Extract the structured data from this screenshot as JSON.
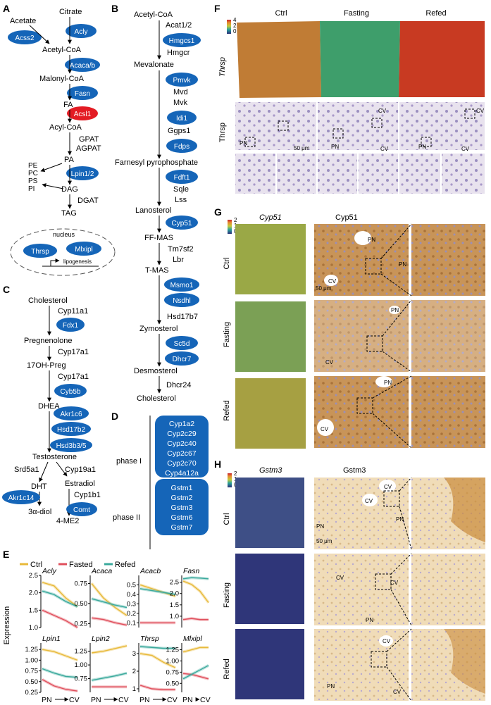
{
  "panels": {
    "A": {
      "letter": "A",
      "acetate": "Acetate",
      "citrate": "Citrate",
      "acss2": "Acss2",
      "acly": "Acly",
      "acetyl_coa": "Acetyl-CoA",
      "acaca": "Acaca/b",
      "malonyl_coa": "Malonyl-CoA",
      "fasn": "Fasn",
      "fa": "FA",
      "acsl1": "Acsl1",
      "acyl_coa": "Acyl-CoA",
      "gpat": "GPAT",
      "agpat": "AGPAT",
      "pa": "PA",
      "pe": "PE",
      "pc": "PC",
      "ps": "PS",
      "pi": "PI",
      "lpin": "Lpin1/2",
      "dag": "DAG",
      "dgat": "DGAT",
      "tag": "TAG",
      "nucleus": "nucleus",
      "thrsp": "Thrsp",
      "mlxipl": "Mlxipl",
      "lipogenesis": "lipogenesis"
    },
    "B": {
      "letter": "B",
      "acetyl_coa": "Acetyl-CoA",
      "acat": "Acat1/2",
      "hmgcs1": "Hmgcs1",
      "hmgcr": "Hmgcr",
      "mevalonate": "Mevalonate",
      "pmvk": "Pmvk",
      "mvd": "Mvd",
      "mvk": "Mvk",
      "idi1": "Idi1",
      "ggps1": "Ggps1",
      "fdps": "Fdps",
      "fpp": "Farnesyl pyrophosphate",
      "fdft1": "Fdft1",
      "sqle": "Sqle",
      "lss": "Lss",
      "lanosterol": "Lanosterol",
      "cyp51": "Cyp51",
      "ffmas": "FF-MAS",
      "tm7sf2": "Tm7sf2",
      "lbr": "Lbr",
      "tmas": "T-MAS",
      "msmo1": "Msmo1",
      "nsdhl": "Nsdhl",
      "hsd17b7": "Hsd17b7",
      "zymosterol": "Zymosterol",
      "sc5d": "Sc5d",
      "dhcr7": "Dhcr7",
      "desmosterol": "Desmosterol",
      "dhcr24": "Dhcr24",
      "cholesterol": "Cholesterol"
    },
    "C": {
      "letter": "C",
      "cholesterol": "Cholesterol",
      "cyp11a1": "Cyp11a1",
      "fdx1": "Fdx1",
      "pregnenolone": "Pregnenolone",
      "cyp17a1_a": "Cyp17a1",
      "ohpreg": "17OH-Preg",
      "cyp17a1_b": "Cyp17a1",
      "cyb5b": "Cyb5b",
      "dhea": "DHEA",
      "akr1c6": "Akr1c6",
      "hsd17b2": "Hsd17b2",
      "hsd3b": "Hsd3b3/5",
      "testosterone": "Testosterone",
      "srd5a1": "Srd5a1",
      "cyp19a1": "Cyp19a1",
      "dht": "DHT",
      "estradiol": "Estradiol",
      "akr1c14": "Akr1c14",
      "cyp1b1": "Cyp1b1",
      "diol": "3α-diol",
      "comt": "Comt",
      "me2": "4-ME2"
    },
    "D": {
      "letter": "D",
      "phase1": "phase I",
      "phase1_genes": [
        "Cyp1a2",
        "Cyp2c29",
        "Cyp2c40",
        "Cyp2c67",
        "Cyp2c70",
        "Cyp4a12a"
      ],
      "phase2": "phase II",
      "phase2_genes": [
        "Gstm1",
        "Gstm2",
        "Gstm3",
        "Gstm6",
        "Gstm7"
      ]
    },
    "E": {
      "letter": "E",
      "ylabel": "Expression",
      "xlabel_left": "PN",
      "xlabel_right": "CV",
      "legend": [
        "Ctrl",
        "Fasted",
        "Refed"
      ]
    },
    "F": {
      "letter": "F",
      "cols": [
        "Ctrl",
        "Fasting",
        "Refed"
      ],
      "gene_italic": "Thrsp",
      "protein": "Thrsp",
      "scale_min": "0",
      "scale_mid": "2",
      "scale_max": "4",
      "scalebar": "50 μm",
      "pn": "PN",
      "cv": "CV"
    },
    "G": {
      "letter": "G",
      "gene_italic": "Cyp51",
      "protein": "Cyp51",
      "rows": [
        "Ctrl",
        "Fasting",
        "Refed"
      ],
      "scale_min": "0",
      "scale_mid": "1",
      "scale_max": "2",
      "scalebar": "50 μm",
      "pn": "PN",
      "cv": "CV"
    },
    "H": {
      "letter": "H",
      "gene_italic": "Gstm3",
      "protein": "Gstm3",
      "rows": [
        "Ctrl",
        "Fasting",
        "Refed"
      ],
      "scale_min": "0",
      "scale_mid": "1",
      "scale_max": "2",
      "scalebar": "50 μm",
      "pn": "PN",
      "cv": "CV"
    }
  },
  "colors": {
    "enzyme_blue": "#1565b8",
    "enzyme_red": "#e31b23",
    "ctrl": "#e8b93a",
    "fasted": "#e04f5c",
    "refed": "#3aa99c",
    "ihc_brown": "#c89458",
    "gstm_navy": "#2b2f7a"
  },
  "chart_data": [
    {
      "type": "line",
      "title": "Acly",
      "x": [
        "PN",
        "CV"
      ],
      "ylim": [
        1.0,
        2.5
      ],
      "yticks": [
        "1.0",
        "1.5",
        "2.0",
        "2.5"
      ],
      "series": [
        {
          "name": "Ctrl",
          "values": [
            2.3,
            2.2,
            1.85,
            1.6
          ]
        },
        {
          "name": "Fasted",
          "values": [
            1.5,
            1.35,
            1.2,
            1.0
          ]
        },
        {
          "name": "Refed",
          "values": [
            2.05,
            1.95,
            1.75,
            1.6
          ]
        }
      ]
    },
    {
      "type": "line",
      "title": "Acaca",
      "x": [
        "PN",
        "CV"
      ],
      "ylim": [
        0.2,
        0.85
      ],
      "yticks": [
        "0.25",
        "0.50",
        "0.75"
      ],
      "series": [
        {
          "name": "Ctrl",
          "values": [
            0.75,
            0.57,
            0.45,
            0.35
          ]
        },
        {
          "name": "Fasted",
          "values": [
            0.32,
            0.3,
            0.26,
            0.23
          ]
        },
        {
          "name": "Refed",
          "values": [
            0.56,
            0.52,
            0.48,
            0.45
          ]
        }
      ]
    },
    {
      "type": "line",
      "title": "Acacb",
      "x": [
        "PN",
        "CV"
      ],
      "ylim": [
        0.05,
        0.6
      ],
      "yticks": [
        "0.1",
        "0.2",
        "0.3",
        "0.4",
        "0.5"
      ],
      "series": [
        {
          "name": "Ctrl",
          "values": [
            0.5,
            0.46,
            0.42,
            0.38
          ]
        },
        {
          "name": "Fasted",
          "values": [
            0.1,
            0.1,
            0.1,
            0.1
          ]
        },
        {
          "name": "Refed",
          "values": [
            0.46,
            0.44,
            0.42,
            0.4
          ]
        }
      ]
    },
    {
      "type": "line",
      "title": "Fasn",
      "x": [
        "PN",
        "CV"
      ],
      "ylim": [
        0.5,
        2.8
      ],
      "yticks": [
        "1.0",
        "1.5",
        "2.0",
        "2.5"
      ],
      "series": [
        {
          "name": "Ctrl",
          "values": [
            2.55,
            2.4,
            2.1,
            1.6
          ]
        },
        {
          "name": "Fasted",
          "values": [
            0.85,
            0.9,
            0.85,
            0.85
          ]
        },
        {
          "name": "Refed",
          "values": [
            2.65,
            2.7,
            2.68,
            2.65
          ]
        }
      ]
    },
    {
      "type": "line",
      "title": "Lpin1",
      "x": [
        "PN",
        "CV"
      ],
      "ylim": [
        0.25,
        1.4
      ],
      "yticks": [
        "0.25",
        "0.50",
        "0.75",
        "1.00",
        "1.25"
      ],
      "series": [
        {
          "name": "Ctrl",
          "values": [
            1.25,
            1.2,
            1.1,
            1.0
          ]
        },
        {
          "name": "Fasted",
          "values": [
            0.55,
            0.4,
            0.32,
            0.28
          ]
        },
        {
          "name": "Refed",
          "values": [
            0.8,
            0.7,
            0.62,
            0.6
          ]
        }
      ]
    },
    {
      "type": "line",
      "title": "Lpin2",
      "x": [
        "PN",
        "CV"
      ],
      "ylim": [
        0.5,
        1.4
      ],
      "yticks": [
        "0.75",
        "1.00",
        "1.25"
      ],
      "series": [
        {
          "name": "Ctrl",
          "values": [
            1.22,
            1.25,
            1.3,
            1.35
          ]
        },
        {
          "name": "Fasted",
          "values": [
            0.6,
            0.6,
            0.6,
            0.6
          ]
        },
        {
          "name": "Refed",
          "values": [
            0.72,
            0.76,
            0.8,
            0.85
          ]
        }
      ]
    },
    {
      "type": "line",
      "title": "Thrsp",
      "x": [
        "PN",
        "CV"
      ],
      "ylim": [
        0.8,
        3.6
      ],
      "yticks": [
        "1",
        "2",
        "3"
      ],
      "series": [
        {
          "name": "Ctrl",
          "values": [
            3.0,
            2.9,
            2.5,
            2.2
          ]
        },
        {
          "name": "Fasted",
          "values": [
            1.2,
            1.0,
            0.95,
            0.95
          ]
        },
        {
          "name": "Refed",
          "values": [
            3.4,
            3.35,
            3.3,
            3.3
          ]
        }
      ]
    },
    {
      "type": "line",
      "title": "Mlxipl",
      "x": [
        "PN",
        "CV"
      ],
      "ylim": [
        0.3,
        1.4
      ],
      "yticks": [
        "0.50",
        "0.75",
        "1.00",
        "1.25"
      ],
      "series": [
        {
          "name": "Ctrl",
          "values": [
            1.2,
            1.25,
            1.3,
            1.3
          ]
        },
        {
          "name": "Fasted",
          "values": [
            0.72,
            0.7,
            0.65,
            0.6
          ]
        },
        {
          "name": "Refed",
          "values": [
            0.6,
            0.7,
            0.8,
            0.9
          ]
        }
      ]
    }
  ]
}
